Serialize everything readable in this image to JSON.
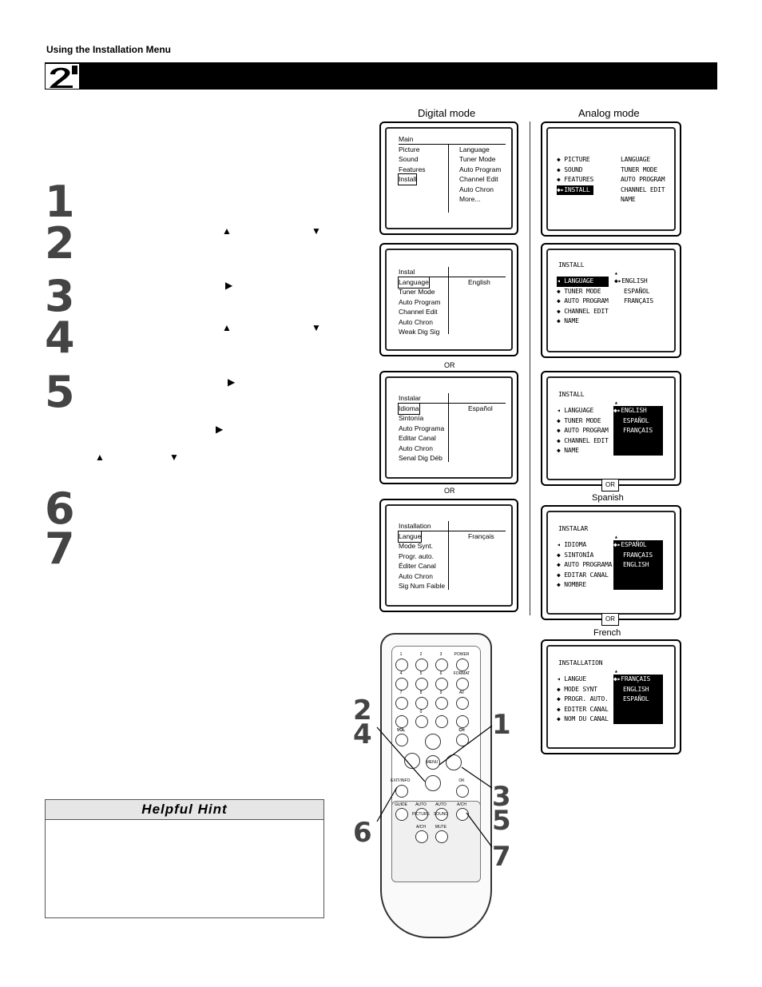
{
  "header": {
    "section_title": "Using the Installation Menu"
  },
  "step_numbers": [
    "1",
    "2",
    "3",
    "4",
    "5",
    "6",
    "7"
  ],
  "arrows": {
    "up": "▲",
    "down": "▼",
    "right": "▶"
  },
  "hint": {
    "title": "Helpful Hint"
  },
  "mode_headers": {
    "digital": "Digital mode",
    "analog": "Analog mode"
  },
  "or_labels": [
    "OR",
    "OR"
  ],
  "or_box_labels": [
    "OR",
    "OR"
  ],
  "language_captions": {
    "spanish": "Spanish",
    "french": "French"
  },
  "digital_screens": [
    {
      "left": [
        "Main",
        "Picture",
        "Sound",
        "Features",
        "Install"
      ],
      "right": [
        "Language",
        "Tuner Mode",
        "Auto Program",
        "Channel Edit",
        "Auto Chron",
        "More..."
      ],
      "selected": 4
    },
    {
      "left": [
        "Instal",
        "Language",
        "Tuner Mode",
        "Auto Program",
        "Channel Edit",
        "Auto Chron",
        "Weak Dig Sig"
      ],
      "value": "English",
      "selected": 1
    },
    {
      "left": [
        "Instalar",
        "Idioma",
        "Sintonía",
        "Auto Programa",
        "Editar Canal",
        "Auto Chron",
        "Senal Dig Déb"
      ],
      "value": "Español",
      "selected": 1
    },
    {
      "left": [
        "Installation",
        "Langue",
        "Mode Synt.",
        "Progr. auto.",
        "Éditer Canal",
        "Auto Chron",
        "Sig Num Faible"
      ],
      "value": "Français",
      "selected": 1
    }
  ],
  "analog_screens": [
    {
      "left": [
        "◆ PICTURE",
        "◆ SOUND",
        "◆ FEATURES",
        "◆▸INSTALL"
      ],
      "right": [
        "LANGUAGE",
        "TUNER MODE",
        "AUTO PROGRAM",
        "CHANNEL EDIT",
        "NAME"
      ]
    },
    {
      "title": "INSTALL",
      "left": [
        "◂ LANGUAGE",
        "◆ TUNER MODE",
        "◆ AUTO PROGRAM",
        "◆ CHANNEL EDIT",
        "◆ NAME"
      ],
      "options": [
        "◆▸ENGLISH",
        "ESPAÑOL",
        "FRANÇAIS"
      ]
    },
    {
      "title": "INSTALL",
      "left": [
        "◂ LANGUAGE",
        "◆ TUNER MODE",
        "◆ AUTO PROGRAM",
        "◆ CHANNEL EDIT",
        "◆ NAME"
      ],
      "options": [
        "◆▸ENGLISH",
        "ESPAÑOL",
        "FRANÇAIS"
      ]
    },
    {
      "title": "INSTALAR",
      "left": [
        "◂ IDIOMA",
        "◆ SINTONÍA",
        "◆ AUTO PROGRAMA",
        "◆ EDITAR CANAL",
        "◆ NOMBRE"
      ],
      "options": [
        "◆▸ESPAÑOL",
        "FRANÇAIS",
        "ENGLISH"
      ]
    },
    {
      "title": "INSTALLATION",
      "left": [
        "◂ LANGUE",
        "◆ MODE SYNT",
        "◆ PROGR. AUTO.",
        "◆ EDITER CANAL",
        "◆ NOM DU CANAL"
      ],
      "options": [
        "◆▸FRANÇAIS",
        "ENGLISH",
        "ESPAÑOL"
      ]
    }
  ],
  "remote": {
    "labels": [
      "1",
      "2",
      "3",
      "POWER",
      "4",
      "5",
      "6",
      "FORMAT",
      "7",
      "8",
      "9",
      "AV",
      "0",
      "VOL",
      "CH",
      "MENU",
      "EXIT/INFO",
      "OK",
      "GUIDE",
      "AUTO",
      "AUTO",
      "A/CH",
      "PICTURE",
      "SOUND",
      "A/CH",
      "MUTE"
    ],
    "callouts": [
      "2",
      "4",
      "1",
      "3",
      "5",
      "6",
      "7"
    ]
  }
}
